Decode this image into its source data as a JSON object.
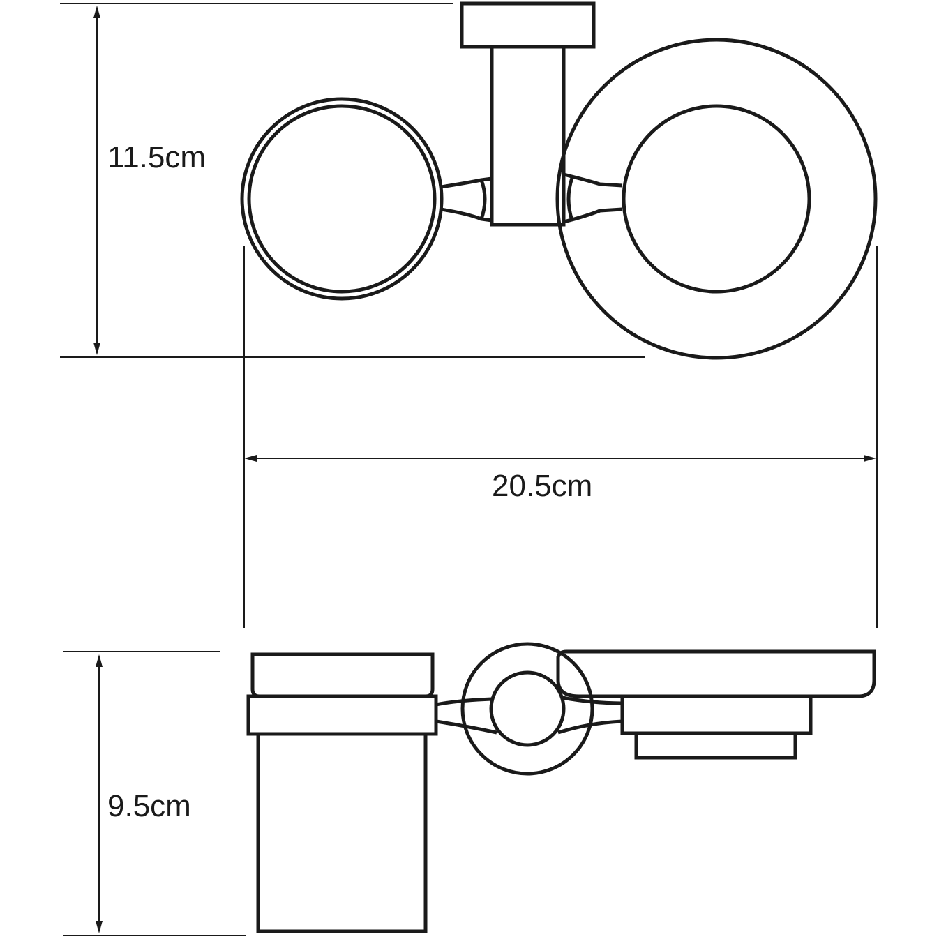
{
  "dimensions": {
    "height_top": "11.5cm",
    "width": "20.5cm",
    "height_front": "9.5cm"
  }
}
